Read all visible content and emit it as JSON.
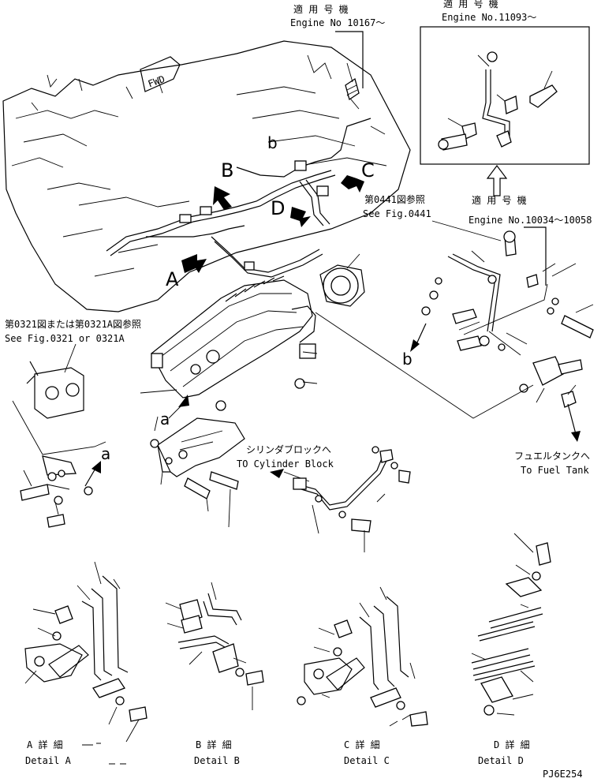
{
  "labels": {
    "applic_1_jp": "適 用 号 機",
    "applic_1_en": "Engine No 10167～",
    "applic_2_jp": "適 用 号 機",
    "applic_2_en": "Engine No.11093～",
    "applic_3_jp": "適 用 号 機",
    "applic_3_en": "Engine No.10034～10058",
    "fig0441_jp": "第0441図参照",
    "fig0441_en": "See Fig.0441",
    "fig0321_jp": "第0321図または第0321A図参照",
    "fig0321_en": "See Fig.0321 or 0321A",
    "cyl_jp": "シリンダブロックへ",
    "cyl_en": "TO Cylinder Block",
    "tank_jp": "フュエルタンクへ",
    "tank_en": "To Fuel Tank",
    "fwd": "FWD",
    "ref_a_top": "a",
    "ref_a_left": "a",
    "ref_b_small": "b",
    "ref_b_right": "b",
    "view_A": "A",
    "view_B": "B",
    "view_C": "C",
    "view_D": "D",
    "detail_A_jp": "A 詳 細",
    "detail_A_en": "Detail A",
    "detail_B_jp": "B 詳 細",
    "detail_B_en": "Detail B",
    "detail_C_jp": "C 詳 細",
    "detail_C_en": "Detail C",
    "detail_D_jp": "D 詳 細",
    "detail_D_en": "Detail D",
    "drawing_no": "PJ6E254"
  }
}
